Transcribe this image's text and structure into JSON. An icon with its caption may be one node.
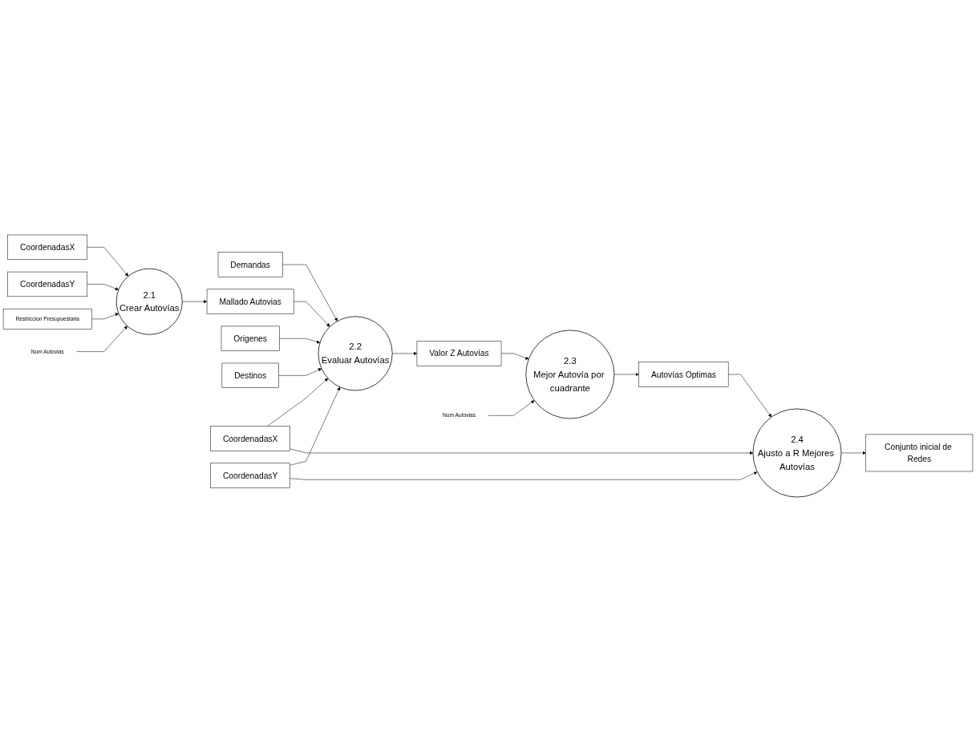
{
  "diagram": {
    "nodes": [
      {
        "text": [
          "CoordenadasX"
        ]
      },
      {
        "text": [
          "CoordenadasY"
        ]
      },
      {
        "text": [
          "Restriccion Presupuestaria"
        ]
      },
      {
        "text": [
          "Num Autovias"
        ]
      },
      {
        "text": [
          "2.1",
          "Crear Autovías"
        ]
      },
      {
        "text": [
          "Demandas"
        ]
      },
      {
        "text": [
          "Mallado Autovias"
        ]
      },
      {
        "text": [
          "Origenes"
        ]
      },
      {
        "text": [
          "Destinos"
        ]
      },
      {
        "text": [
          "2.2",
          "Evaluar Autovías"
        ]
      },
      {
        "text": [
          "CoordenadasX"
        ]
      },
      {
        "text": [
          "CoordenadasY"
        ]
      },
      {
        "text": [
          "Valor Z Autovías"
        ]
      },
      {
        "text": [
          "2.4",
          "Ajusto a R Mejores Autovías"
        ]
      },
      {
        "text": [
          "2.3",
          "Mejor Autovía por cuadrante"
        ]
      },
      {
        "text": [
          "Autovías Optimas"
        ]
      },
      {
        "text": [
          "Conjunto inicial de Redes"
        ]
      },
      {
        "text": [
          "Num Autovias"
        ]
      }
    ],
    "edges": [
      {
        "from": 0,
        "to": 4,
        "arrow": "to"
      },
      {
        "from": 1,
        "to": 4,
        "arrow": "to"
      },
      {
        "from": 2,
        "to": 4,
        "arrow": "to"
      },
      {
        "from": 3,
        "to": 4,
        "arrow": "to"
      },
      {
        "from": 4,
        "to": 6,
        "arrow": "to"
      },
      {
        "from": 5,
        "to": 9,
        "arrow": "to"
      },
      {
        "from": 6,
        "to": 9,
        "arrow": "to"
      },
      {
        "from": 7,
        "to": 9,
        "arrow": "to"
      },
      {
        "from": 8,
        "to": 9,
        "arrow": "to"
      },
      {
        "from": 10,
        "to": 9,
        "arrow": "to"
      },
      {
        "from": 11,
        "to": 9,
        "arrow": "to"
      },
      {
        "from": 10,
        "to": 13,
        "arrow": "to"
      },
      {
        "from": 11,
        "to": 13,
        "arrow": "to"
      },
      {
        "from": 9,
        "to": 12,
        "arrow": "to"
      },
      {
        "from": 12,
        "to": 14,
        "arrow": "to"
      },
      {
        "from": 14,
        "to": 15,
        "arrow": "to"
      },
      {
        "from": 15,
        "to": 13,
        "arrow": "to"
      },
      {
        "from": 13,
        "to": 16,
        "arrow": "to"
      },
      {
        "from": 17,
        "to": 14,
        "arrow": "to"
      }
    ]
  }
}
